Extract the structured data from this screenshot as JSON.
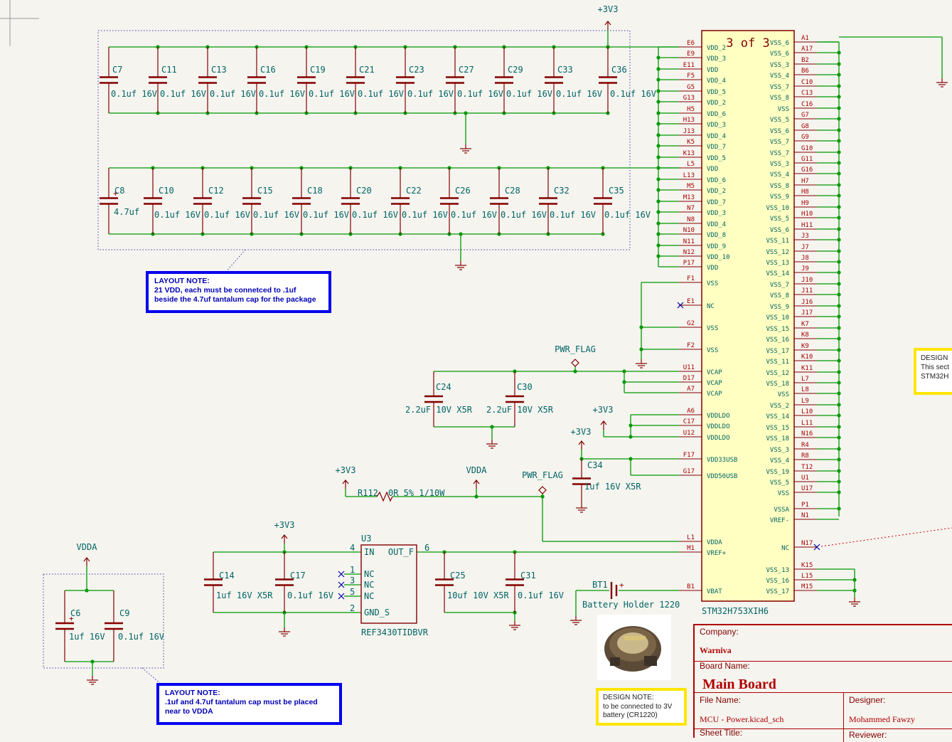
{
  "chip": {
    "header": "3 of 3",
    "ref": "STM32H753XIH6",
    "left_pins": [
      {
        "num": "E6",
        "name": "VDD_2"
      },
      {
        "num": "E9",
        "name": "VDD_3"
      },
      {
        "num": "E11",
        "name": "VDD"
      },
      {
        "num": "F5",
        "name": "VDD_4"
      },
      {
        "num": "G5",
        "name": "VDD_5"
      },
      {
        "num": "G13",
        "name": "VDD_2"
      },
      {
        "num": "H5",
        "name": "VDD_6"
      },
      {
        "num": "H13",
        "name": "VDD_3"
      },
      {
        "num": "J13",
        "name": "VDD_4"
      },
      {
        "num": "K5",
        "name": "VDD_7"
      },
      {
        "num": "K13",
        "name": "VDD_5"
      },
      {
        "num": "L5",
        "name": "VDD"
      },
      {
        "num": "L13",
        "name": "VDD_6"
      },
      {
        "num": "M5",
        "name": "VDD_2"
      },
      {
        "num": "M13",
        "name": "VDD_7"
      },
      {
        "num": "N7",
        "name": "VDD_3"
      },
      {
        "num": "N8",
        "name": "VDD_4"
      },
      {
        "num": "N10",
        "name": "VDD_8"
      },
      {
        "num": "N11",
        "name": "VDD_9"
      },
      {
        "num": "N12",
        "name": "VDD_10"
      },
      {
        "num": "P17",
        "name": "VDD"
      },
      {
        "num": "F1",
        "name": "VSS"
      },
      {
        "num": "E1",
        "name": "NC"
      },
      {
        "num": "G2",
        "name": "VSS"
      },
      {
        "num": "F2",
        "name": "VSS"
      },
      {
        "num": "U11",
        "name": "VCAP"
      },
      {
        "num": "D17",
        "name": "VCAP"
      },
      {
        "num": "A7",
        "name": "VCAP"
      },
      {
        "num": "A6",
        "name": "VDDLDO"
      },
      {
        "num": "C17",
        "name": "VDDLDO"
      },
      {
        "num": "U12",
        "name": "VDDLDO"
      },
      {
        "num": "F17",
        "name": "VDD33USB"
      },
      {
        "num": "G17",
        "name": "VDD50USB"
      },
      {
        "num": "L1",
        "name": "VDDA"
      },
      {
        "num": "M1",
        "name": "VREF+"
      },
      {
        "num": "B1",
        "name": "VBAT"
      }
    ],
    "right_pins": [
      {
        "num": "A1",
        "name": "VSS_6"
      },
      {
        "num": "A17",
        "name": "VSS_6"
      },
      {
        "num": "B2",
        "name": "VSS_3"
      },
      {
        "num": "B6",
        "name": "VSS_4"
      },
      {
        "num": "C10",
        "name": "VSS_7"
      },
      {
        "num": "C13",
        "name": "VSS_8"
      },
      {
        "num": "C16",
        "name": "VSS"
      },
      {
        "num": "G7",
        "name": "VSS_5"
      },
      {
        "num": "G8",
        "name": "VSS_6"
      },
      {
        "num": "G9",
        "name": "VSS_7"
      },
      {
        "num": "G10",
        "name": "VSS_7"
      },
      {
        "num": "G11",
        "name": "VSS_3"
      },
      {
        "num": "G16",
        "name": "VSS_4"
      },
      {
        "num": "H7",
        "name": "VSS_8"
      },
      {
        "num": "H8",
        "name": "VSS_9"
      },
      {
        "num": "H9",
        "name": "VSS_10"
      },
      {
        "num": "H10",
        "name": "VSS_5"
      },
      {
        "num": "H11",
        "name": "VSS_6"
      },
      {
        "num": "J3",
        "name": "VSS_11"
      },
      {
        "num": "J7",
        "name": "VSS_12"
      },
      {
        "num": "J8",
        "name": "VSS_13"
      },
      {
        "num": "J9",
        "name": "VSS_14"
      },
      {
        "num": "J10",
        "name": "VSS_7"
      },
      {
        "num": "J11",
        "name": "VSS_8"
      },
      {
        "num": "J16",
        "name": "VSS_9"
      },
      {
        "num": "J17",
        "name": "VSS_10"
      },
      {
        "num": "K7",
        "name": "VSS_15"
      },
      {
        "num": "K8",
        "name": "VSS_16"
      },
      {
        "num": "K9",
        "name": "VSS_17"
      },
      {
        "num": "K10",
        "name": "VSS_11"
      },
      {
        "num": "K11",
        "name": "VSS_12"
      },
      {
        "num": "L7",
        "name": "VSS_18"
      },
      {
        "num": "L8",
        "name": "VSS"
      },
      {
        "num": "L9",
        "name": "VSS_2"
      },
      {
        "num": "L10",
        "name": "VSS_14"
      },
      {
        "num": "L11",
        "name": "VSS_15"
      },
      {
        "num": "N16",
        "name": "VSS_18"
      },
      {
        "num": "R4",
        "name": "VSS_3"
      },
      {
        "num": "R8",
        "name": "VSS_4"
      },
      {
        "num": "T12",
        "name": "VSS_19"
      },
      {
        "num": "U1",
        "name": "VSS_5"
      },
      {
        "num": "U17",
        "name": "VSS"
      },
      {
        "num": "P1",
        "name": "VSSA"
      },
      {
        "num": "N1",
        "name": "VREF-"
      },
      {
        "num": "N17",
        "name": "NC"
      },
      {
        "num": "K15",
        "name": "VSS_13"
      },
      {
        "num": "L15",
        "name": "VSS_16"
      },
      {
        "num": "M15",
        "name": "VSS_17"
      }
    ]
  },
  "caps_row1": [
    {
      "ref": "C7",
      "val": "0.1uf 16V"
    },
    {
      "ref": "C11",
      "val": "0.1uf 16V"
    },
    {
      "ref": "C13",
      "val": "0.1uf 16V"
    },
    {
      "ref": "C16",
      "val": "0.1uf 16V"
    },
    {
      "ref": "C19",
      "val": "0.1uf 16V"
    },
    {
      "ref": "C21",
      "val": "0.1uf 16V"
    },
    {
      "ref": "C23",
      "val": "0.1uf 16V"
    },
    {
      "ref": "C27",
      "val": "0.1uf 16V"
    },
    {
      "ref": "C29",
      "val": "0.1uf 16V"
    },
    {
      "ref": "C33",
      "val": "0.1uf 16V"
    },
    {
      "ref": "C36",
      "val": "0.1uf 16V"
    }
  ],
  "caps_row2": [
    {
      "ref": "C8",
      "val": "4.7uf"
    },
    {
      "ref": "C10",
      "val": "0.1uf 16V"
    },
    {
      "ref": "C12",
      "val": "0.1uf 16V"
    },
    {
      "ref": "C15",
      "val": "0.1uf 16V"
    },
    {
      "ref": "C18",
      "val": "0.1uf 16V"
    },
    {
      "ref": "C20",
      "val": "0.1uf 16V"
    },
    {
      "ref": "C22",
      "val": "0.1uf 16V"
    },
    {
      "ref": "C26",
      "val": "0.1uf 16V"
    },
    {
      "ref": "C28",
      "val": "0.1uf 16V"
    },
    {
      "ref": "C32",
      "val": "0.1uf 16V"
    },
    {
      "ref": "C35",
      "val": "0.1uf 16V"
    }
  ],
  "vcap": [
    {
      "ref": "C24",
      "val": "2.2uF 10V X5R"
    },
    {
      "ref": "C30",
      "val": "2.2uF 10V X5R"
    }
  ],
  "c34": {
    "ref": "C34",
    "val": "1uf 16V X5R"
  },
  "r112": {
    "ref": "R112",
    "val": "0R 5% 1/10W"
  },
  "u3": {
    "ref": "U3",
    "part": "REF3430TIDBVR",
    "pins": [
      {
        "num": "4",
        "name": "IN"
      },
      {
        "num": "6",
        "name": "OUT_F"
      },
      {
        "num": "1",
        "name": "NC"
      },
      {
        "num": "3",
        "name": "NC"
      },
      {
        "num": "5",
        "name": "NC"
      },
      {
        "num": "2",
        "name": "GND_S"
      }
    ]
  },
  "ref_caps": [
    {
      "ref": "C14",
      "val": "1uf 16V X5R"
    },
    {
      "ref": "C17",
      "val": "0.1uf 16V"
    },
    {
      "ref": "C25",
      "val": "10uf 10V X5R"
    },
    {
      "ref": "C31",
      "val": "0.1uf 16V"
    }
  ],
  "vdda_caps": [
    {
      "ref": "C6",
      "val": "1uf 16V"
    },
    {
      "ref": "C9",
      "val": "0.1uf 16V"
    }
  ],
  "battery": {
    "ref": "BT1",
    "val": "Battery Holder 1220"
  },
  "power_labels": {
    "v3": "+3V3",
    "vdda": "VDDA",
    "pwr_flag": "PWR_FLAG"
  },
  "notes": {
    "layout1": {
      "title": "LAYOUT NOTE:",
      "line1": "21 VDD, each must be connetced to .1uf",
      "line2": "beside the 4.7uf tantalum cap for the package"
    },
    "layout2": {
      "title": "LAYOUT NOTE:",
      "line1": ".1uf and 4.7uf tantalum cap must be placed",
      "line2": "near to VDDA"
    },
    "design_batt": {
      "title": "DESIGN NOTE:",
      "line1": "to be connected to 3V",
      "line2": "battery (CR1220)"
    },
    "design_right": {
      "title": "DESIGN",
      "line1": "This sect",
      "line2": "STM32H"
    }
  },
  "title_block": {
    "company_label": "Company:",
    "company": "Warniva",
    "board_label": "Board Name:",
    "board": "Main Board",
    "file_label": "File Name:",
    "file": "MCU - Power.kicad_sch",
    "designer_label": "Designer:",
    "designer": "Mohammed Fawzy",
    "sheet_label": "Sheet Title:",
    "reviewer_label": "Reviewer:"
  },
  "colors": {
    "wire": "#009900",
    "symbol": "#840000",
    "label": "#006464",
    "note_border": "#0000ee",
    "design_border": "#ffe600",
    "background": "#f5f4ef"
  }
}
